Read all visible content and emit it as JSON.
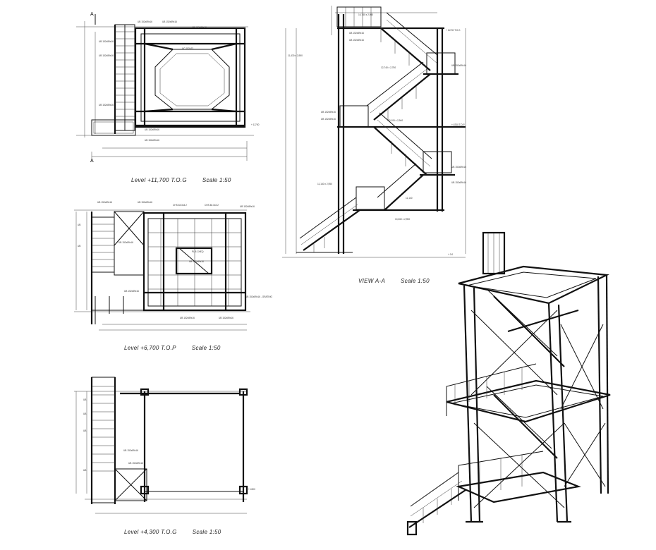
{
  "drawing": {
    "plan_top_caption": {
      "level": "Level +11,700 T.O.G",
      "scale": "Scale 1:50"
    },
    "plan_mid_caption": {
      "level": "Level +6,700 T.O.P",
      "scale": "Scale 1:50"
    },
    "plan_bot_caption": {
      "level": "Level +4,300 T.O.G",
      "scale": "Scale 1:50"
    },
    "view_caption": {
      "level": "VIEW A-A",
      "scale": "Scale 1:50"
    },
    "section_marker": "A",
    "colors": {
      "line": "#111111",
      "paper": "#ffffff"
    }
  }
}
